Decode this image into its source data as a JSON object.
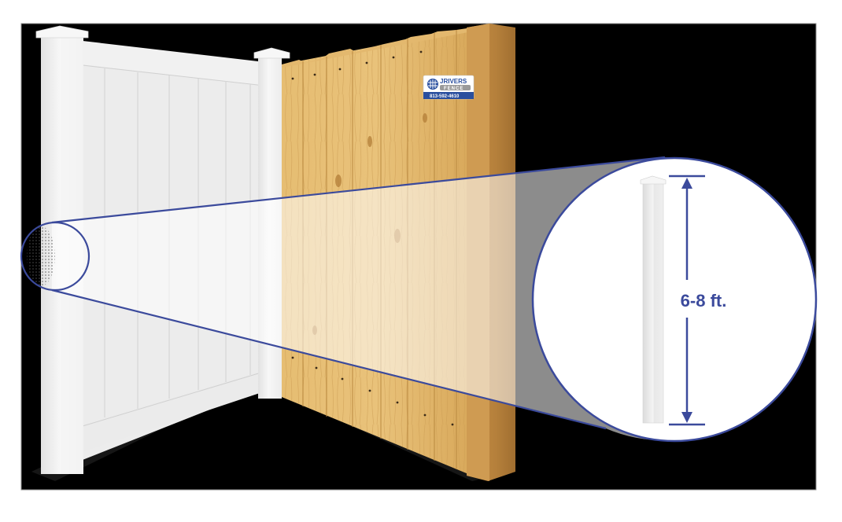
{
  "illustration": {
    "title": "Vinyl and wood privacy fence post height comparison",
    "background_color": "#000000",
    "page_color": "#ffffff",
    "accent_color": "#3b4a9c",
    "wood_color": "#d9ad62",
    "vinyl_color": "#f2f2f2"
  },
  "sign": {
    "brand_line1": "JRIVERS",
    "brand_line2": "FENCE",
    "phone": "813-592-4610",
    "icon": "fence-logo-icon"
  },
  "magnifier": {
    "dimension_label": "6-8 ft.",
    "subject": "vinyl fence post",
    "arrow_icon_top": "arrow-up-icon",
    "arrow_icon_bottom": "arrow-down-icon"
  }
}
